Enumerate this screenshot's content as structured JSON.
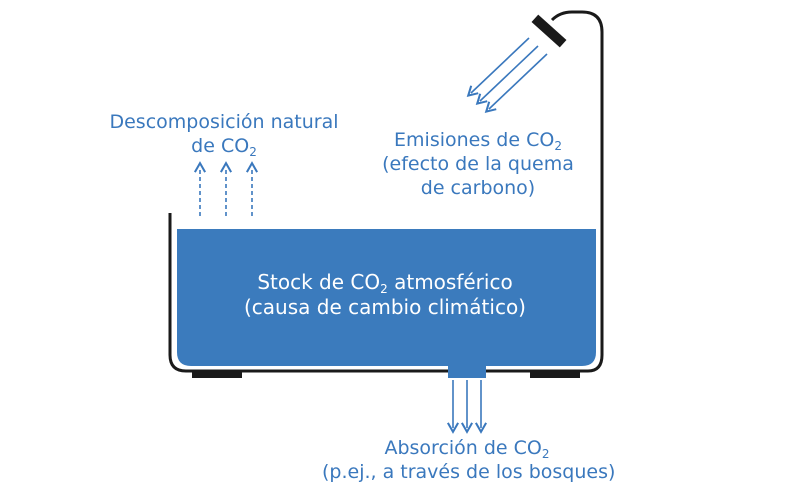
{
  "colors": {
    "water": "#3b7bbd",
    "tub_outline": "#1a1a1a",
    "arrow": "#3a78bd",
    "text": "#3a78bd",
    "stock_text": "#ffffff"
  },
  "labels": {
    "decomposition": {
      "line1": "Descomposición natural",
      "line2_prefix": "de CO",
      "line2_sub": "2"
    },
    "emissions": {
      "line1_prefix": "Emisiones de CO",
      "line1_sub": "2",
      "line2": "(efecto de la quema",
      "line3": "de carbono)"
    },
    "stock": {
      "line1_prefix": "Stock de CO",
      "line1_sub": "2",
      "line1_suffix": " atmosférico",
      "line2": "(causa de cambio climático)"
    },
    "absorption": {
      "line1_prefix": "Absorción de CO",
      "line1_sub": "2",
      "line2": "(p.ej., a través de los bosques)"
    }
  },
  "icons": [
    "faucet-icon",
    "drain-icon"
  ]
}
